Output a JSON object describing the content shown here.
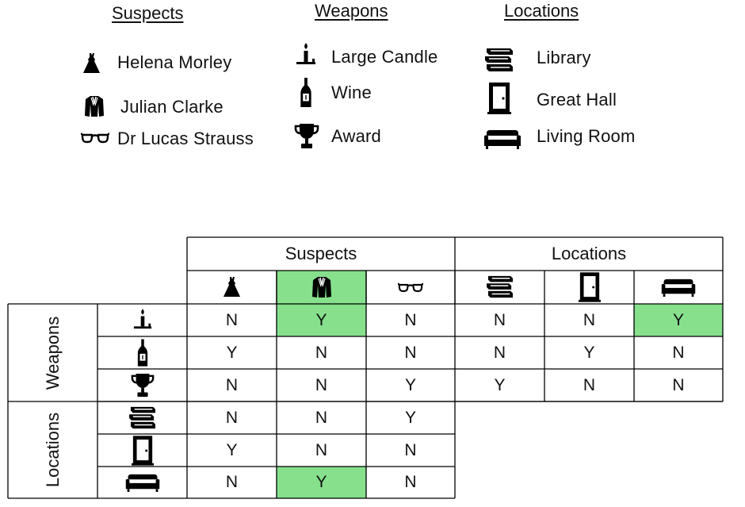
{
  "legend": {
    "suspects": {
      "header": "Suspects",
      "items": [
        {
          "label": "Helena Morley",
          "icon": "dress-icon"
        },
        {
          "label": "Julian Clarke",
          "icon": "jacket-icon"
        },
        {
          "label": "Dr Lucas Strauss",
          "icon": "glasses-icon"
        }
      ]
    },
    "weapons": {
      "header": "Weapons",
      "items": [
        {
          "label": "Large Candle",
          "icon": "candle-icon"
        },
        {
          "label": "Wine",
          "icon": "wine-bottle-icon"
        },
        {
          "label": "Award",
          "icon": "trophy-icon"
        }
      ]
    },
    "locations": {
      "header": "Locations",
      "items": [
        {
          "label": "Library",
          "icon": "books-icon"
        },
        {
          "label": "Great Hall",
          "icon": "door-icon"
        },
        {
          "label": "Living Room",
          "icon": "sofa-icon"
        }
      ]
    }
  },
  "grid": {
    "top_groups": [
      "Suspects",
      "Locations"
    ],
    "side_groups": [
      "Weapons",
      "Locations"
    ],
    "highlight_color": "#86e08c",
    "weapons_rows": [
      {
        "icon": "candle-icon",
        "suspects": [
          "N",
          "Y",
          "N"
        ],
        "locations": [
          "N",
          "N",
          "Y"
        ]
      },
      {
        "icon": "wine-bottle-icon",
        "suspects": [
          "Y",
          "N",
          "N"
        ],
        "locations": [
          "N",
          "Y",
          "N"
        ]
      },
      {
        "icon": "trophy-icon",
        "suspects": [
          "N",
          "N",
          "Y"
        ],
        "locations": [
          "Y",
          "N",
          "N"
        ]
      }
    ],
    "locations_rows": [
      {
        "icon": "books-icon",
        "suspects": [
          "N",
          "N",
          "Y"
        ]
      },
      {
        "icon": "door-icon",
        "suspects": [
          "Y",
          "N",
          "N"
        ]
      },
      {
        "icon": "sofa-icon",
        "suspects": [
          "N",
          "Y",
          "N"
        ]
      }
    ]
  }
}
